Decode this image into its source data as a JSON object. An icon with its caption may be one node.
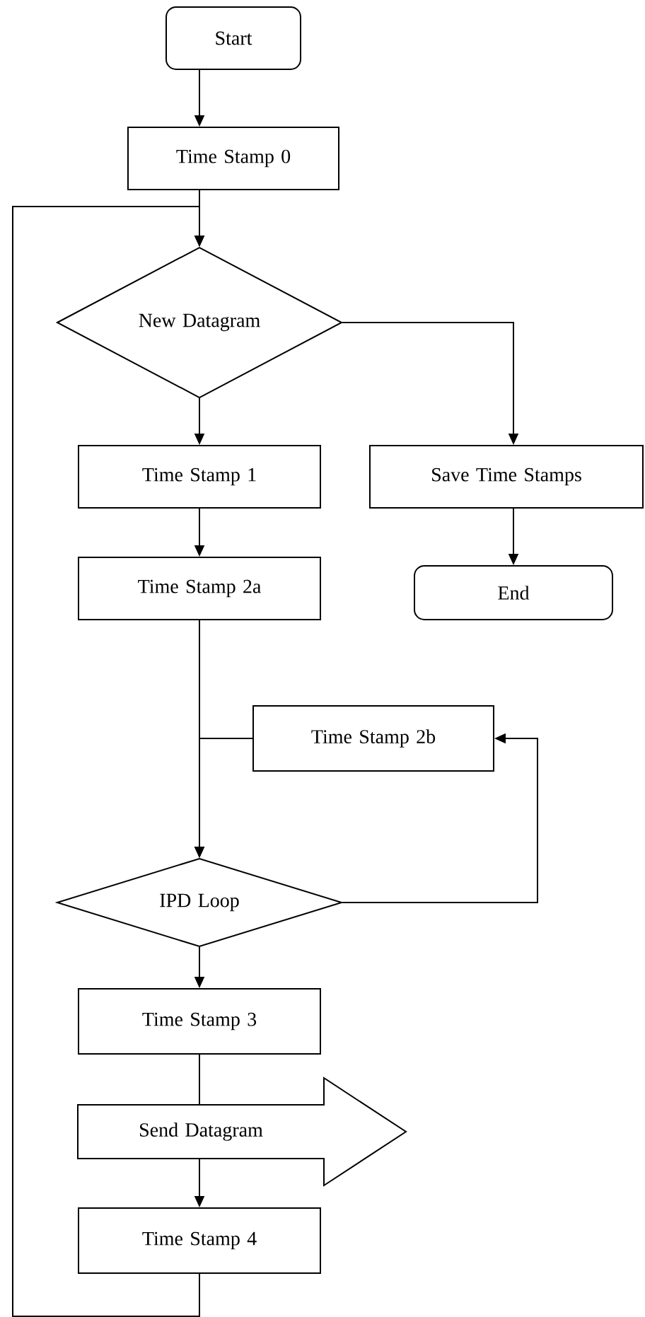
{
  "diagram": {
    "nodes": [
      {
        "text": [
          "Start"
        ]
      },
      {
        "text": [
          "Time Stamp 0"
        ]
      },
      {
        "text": [
          "New Datagram"
        ]
      },
      {
        "text": [
          "Time Stamp 1"
        ]
      },
      {
        "text": [
          "Save Time Stamps"
        ]
      },
      {
        "text": [
          "End"
        ]
      },
      {
        "text": [
          "Time Stamp 2a"
        ]
      },
      {
        "text": [
          "Time Stamp 2b"
        ]
      },
      {
        "text": [
          "IPD Loop"
        ]
      },
      {
        "text": [
          "Time Stamp 3"
        ]
      },
      {
        "text": [
          "Send Datagram"
        ]
      },
      {
        "text": [
          "Time Stamp 4"
        ]
      }
    ],
    "edges": [
      {
        "from": 0,
        "to": 1,
        "arrow": "to"
      },
      {
        "from": 1,
        "to": 2,
        "arrow": "to"
      },
      {
        "from": 2,
        "to": 3,
        "arrow": "to"
      },
      {
        "from": 2,
        "to": 4,
        "arrow": "to"
      },
      {
        "from": 4,
        "to": 5,
        "arrow": "to"
      },
      {
        "from": 3,
        "to": 6,
        "arrow": "to"
      },
      {
        "from": 6,
        "to": 8,
        "arrow": "to"
      },
      {
        "from": 7,
        "to": 8,
        "arrow": "to"
      },
      {
        "from": 8,
        "to": 7,
        "arrow": "to"
      },
      {
        "from": 8,
        "to": 9,
        "arrow": "to"
      },
      {
        "from": 9,
        "to": 10,
        "arrow": "none"
      },
      {
        "from": 10,
        "to": 11,
        "arrow": "to"
      },
      {
        "from": 11,
        "to": 2,
        "arrow": "to"
      }
    ]
  }
}
